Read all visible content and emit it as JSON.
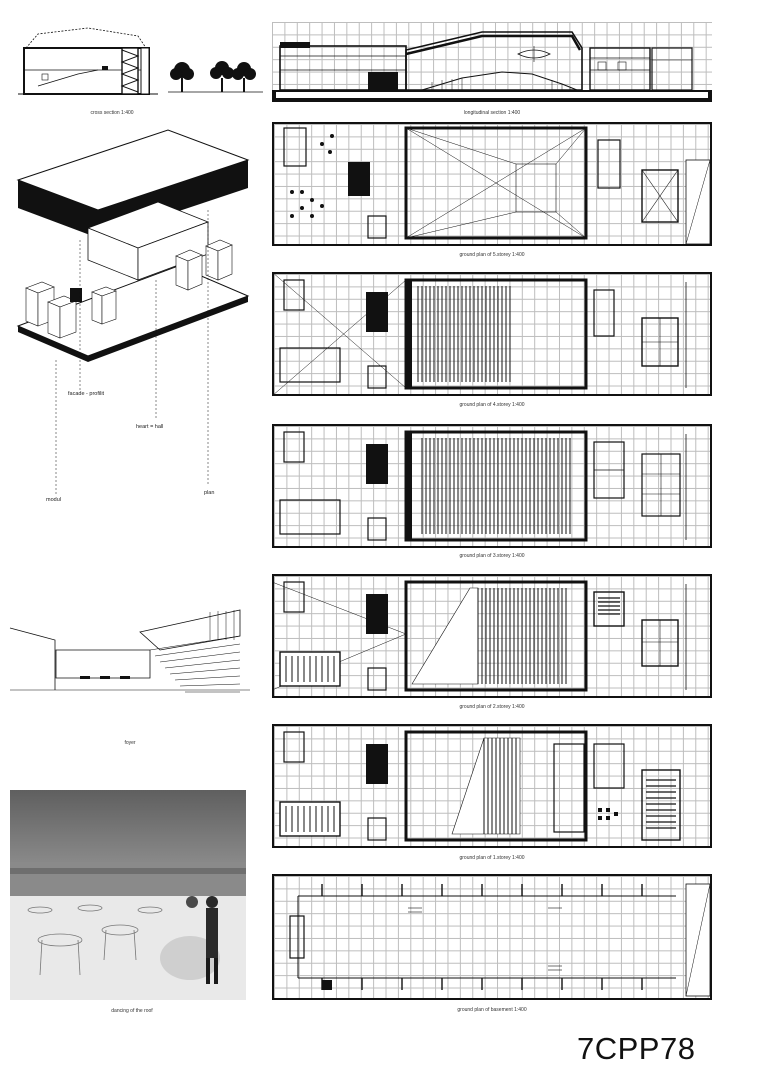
{
  "captions": {
    "cross_section": "cross section 1:400",
    "longitudinal_section": "longitudinal section 1:400",
    "plan_5": "ground plan of 5.storey  1:400",
    "plan_4": "ground plan of 4.storey 1:400",
    "plan_3": "ground plan of 3.storey 1:400",
    "plan_2": "ground plan of 2.storey 1:400",
    "plan_1": "ground plan of 1.storey 1:400",
    "plan_basement": "ground plan of basement 1:400",
    "foyer": "foyer",
    "dancing": "dancing of the roof"
  },
  "axonometry_labels": {
    "facade": "facade - profilit",
    "heart": "heart = hall",
    "modul": "modul",
    "plan": "plan"
  },
  "project_code": "7CPP78"
}
